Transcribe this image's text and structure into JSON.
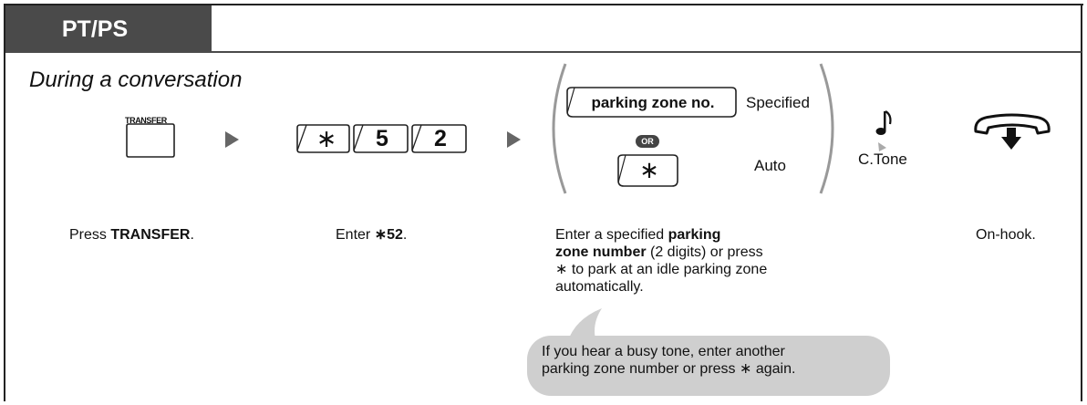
{
  "header": {
    "tab_label": "PT/PS"
  },
  "subtitle": "During a conversation",
  "steps": {
    "transfer": {
      "key_label": "TRANSFER",
      "caption_pre": "Press ",
      "caption_bold": "TRANSFER",
      "caption_post": "."
    },
    "feature": {
      "keys": [
        "∗",
        "5",
        "2"
      ],
      "caption_pre": "Enter ",
      "caption_bold": "∗52",
      "caption_post": "."
    },
    "zone": {
      "option_specified_key": "parking zone no.",
      "option_specified_label": "Specified",
      "or_label": "OR",
      "option_auto_key": "∗",
      "option_auto_label": "Auto",
      "caption_line1_pre": "Enter a specified ",
      "caption_line1_bold": "parking",
      "caption_line2_bold": "zone number",
      "caption_line2_post": " (2 digits) or press",
      "caption_line3": "∗ to park at an idle parking zone",
      "caption_line4": "automatically."
    },
    "tone": {
      "label": "C.Tone",
      "icon": "music-note-icon"
    },
    "onhook": {
      "caption": "On-hook.",
      "icon": "handset-down-icon"
    }
  },
  "tip": {
    "line1": "If you hear a busy tone, enter another",
    "line2": "parking zone number or press ∗ again."
  },
  "colors": {
    "tab_bg": "#4a4a4a",
    "bubble_bg": "#cfcfcf",
    "arrow": "#666666"
  }
}
